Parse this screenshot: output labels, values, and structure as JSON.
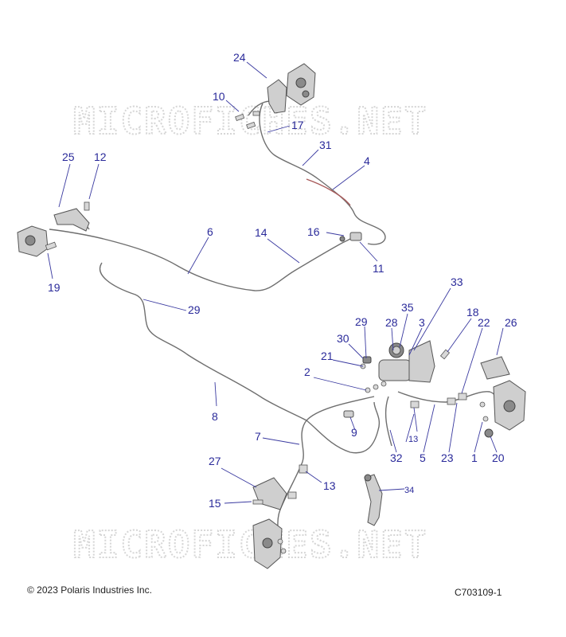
{
  "watermark": {
    "text": "MICROFICHES.NET"
  },
  "footer": {
    "copyright": "© 2023 Polaris Industries Inc.",
    "drawing_id": "C703109-1"
  },
  "callouts": [
    "24",
    "10",
    "17",
    "31",
    "4",
    "25",
    "12",
    "6",
    "14",
    "16",
    "11",
    "19",
    "29",
    "33",
    "35",
    "28",
    "3",
    "18",
    "22",
    "26",
    "30",
    "21",
    "2",
    "9",
    "13",
    "32",
    "5",
    "23",
    "1",
    "20",
    "7",
    "8",
    "27",
    "15",
    "34"
  ],
  "colors": {
    "label": "#2a2a9a",
    "line": "#6e6e6e",
    "watermark": "#d6d6d6"
  }
}
